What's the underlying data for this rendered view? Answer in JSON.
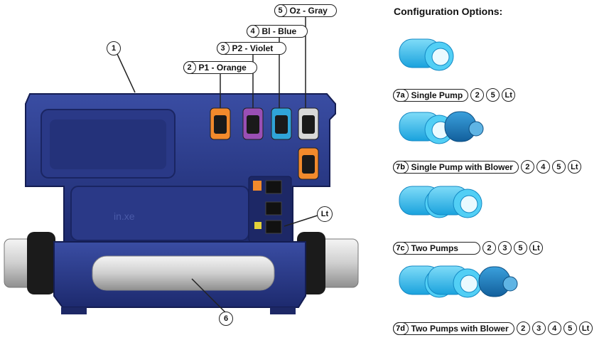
{
  "title": "Configuration Options:",
  "device_label": "in.xe",
  "callouts": {
    "one": "1",
    "six": "6",
    "lt": "Lt"
  },
  "connectors": [
    {
      "num": "2",
      "label": "P1 - Orange",
      "color": "#f28a2c"
    },
    {
      "num": "3",
      "label": "P2 - Violet",
      "color": "#9a4fb5"
    },
    {
      "num": "4",
      "label": "Bl - Blue",
      "color": "#2fa4d8"
    },
    {
      "num": "5",
      "label": "Oz - Gray",
      "color": "#d8d8d8"
    }
  ],
  "options": [
    {
      "id": "7a",
      "name": "Single Pump",
      "items": [
        "2",
        "5",
        "Lt"
      ]
    },
    {
      "id": "7b",
      "name": "Single Pump with Blower",
      "items": [
        "2",
        "4",
        "5",
        "Lt"
      ]
    },
    {
      "id": "7c",
      "name": "Two Pumps",
      "items": [
        "2",
        "3",
        "5",
        "Lt"
      ]
    },
    {
      "id": "7d",
      "name": "Two Pumps with Blower",
      "items": [
        "2",
        "3",
        "4",
        "5",
        "Lt"
      ]
    }
  ],
  "colors": {
    "housing": "#2b3b8c",
    "housing_dark": "#1c2866",
    "pump_blue": "#3cc3ee",
    "blower_blue": "#1f7fbf"
  }
}
